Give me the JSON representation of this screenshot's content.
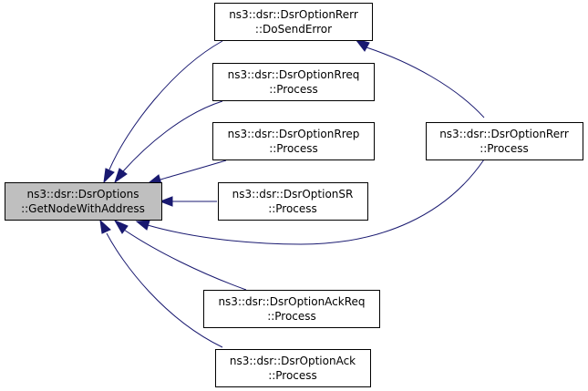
{
  "diagram": {
    "nodes": {
      "get_node_with_address": {
        "line1": "ns3::dsr::DsrOptions",
        "line2": "::GetNodeWithAddress"
      },
      "rerr_do_send_error": {
        "line1": "ns3::dsr::DsrOptionRerr",
        "line2": "::DoSendError"
      },
      "rreq_process": {
        "line1": "ns3::dsr::DsrOptionRreq",
        "line2": "::Process"
      },
      "rrep_process": {
        "line1": "ns3::dsr::DsrOptionRrep",
        "line2": "::Process"
      },
      "sr_process": {
        "line1": "ns3::dsr::DsrOptionSR",
        "line2": "::Process"
      },
      "ackreq_process": {
        "line1": "ns3::dsr::DsrOptionAckReq",
        "line2": "::Process"
      },
      "ack_process": {
        "line1": "ns3::dsr::DsrOptionAck",
        "line2": "::Process"
      },
      "rerr_process": {
        "line1": "ns3::dsr::DsrOptionRerr",
        "line2": "::Process"
      }
    },
    "edges": [
      {
        "from": "rerr_do_send_error",
        "to": "get_node_with_address"
      },
      {
        "from": "rreq_process",
        "to": "get_node_with_address"
      },
      {
        "from": "rrep_process",
        "to": "get_node_with_address"
      },
      {
        "from": "sr_process",
        "to": "get_node_with_address"
      },
      {
        "from": "rerr_process",
        "to": "get_node_with_address"
      },
      {
        "from": "ackreq_process",
        "to": "get_node_with_address"
      },
      {
        "from": "ack_process",
        "to": "get_node_with_address"
      },
      {
        "from": "rerr_process",
        "to": "rerr_do_send_error"
      }
    ],
    "colors": {
      "edge": "#191970",
      "focus_fill": "#bfbfbf",
      "node_fill": "#ffffff",
      "border": "#000000"
    }
  }
}
